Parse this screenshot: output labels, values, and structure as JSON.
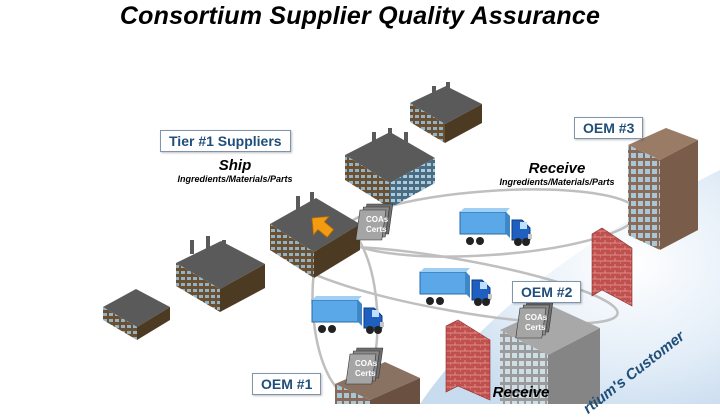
{
  "title": "Consortium Supplier Quality Assurance",
  "labels": {
    "tier1": "Tier #1 Suppliers",
    "oem3": "OEM #3",
    "oem2": "OEM #2",
    "oem1": "OEM #1"
  },
  "captions": {
    "ship": "Ship",
    "ship_sub": "Ingredients/Materials/Parts",
    "receive": "Receive",
    "receive_sub": "Ingredients/Materials/Parts",
    "receive_bottom": "Receive"
  },
  "customer_band": "rtium's Customer",
  "document_stack": {
    "line1": "COAs",
    "line2": "Certs"
  },
  "colors": {
    "roof": "#5a5a5a",
    "wall": "#6b4f2e",
    "window": "#8fb3c8",
    "label_text": "#1f4e79",
    "truck_cab": "#1f5fbf",
    "trailer": "#5aa8e8",
    "brick": "#c0504d",
    "arrow": "#f39c12",
    "band": "#dde9f6"
  }
}
